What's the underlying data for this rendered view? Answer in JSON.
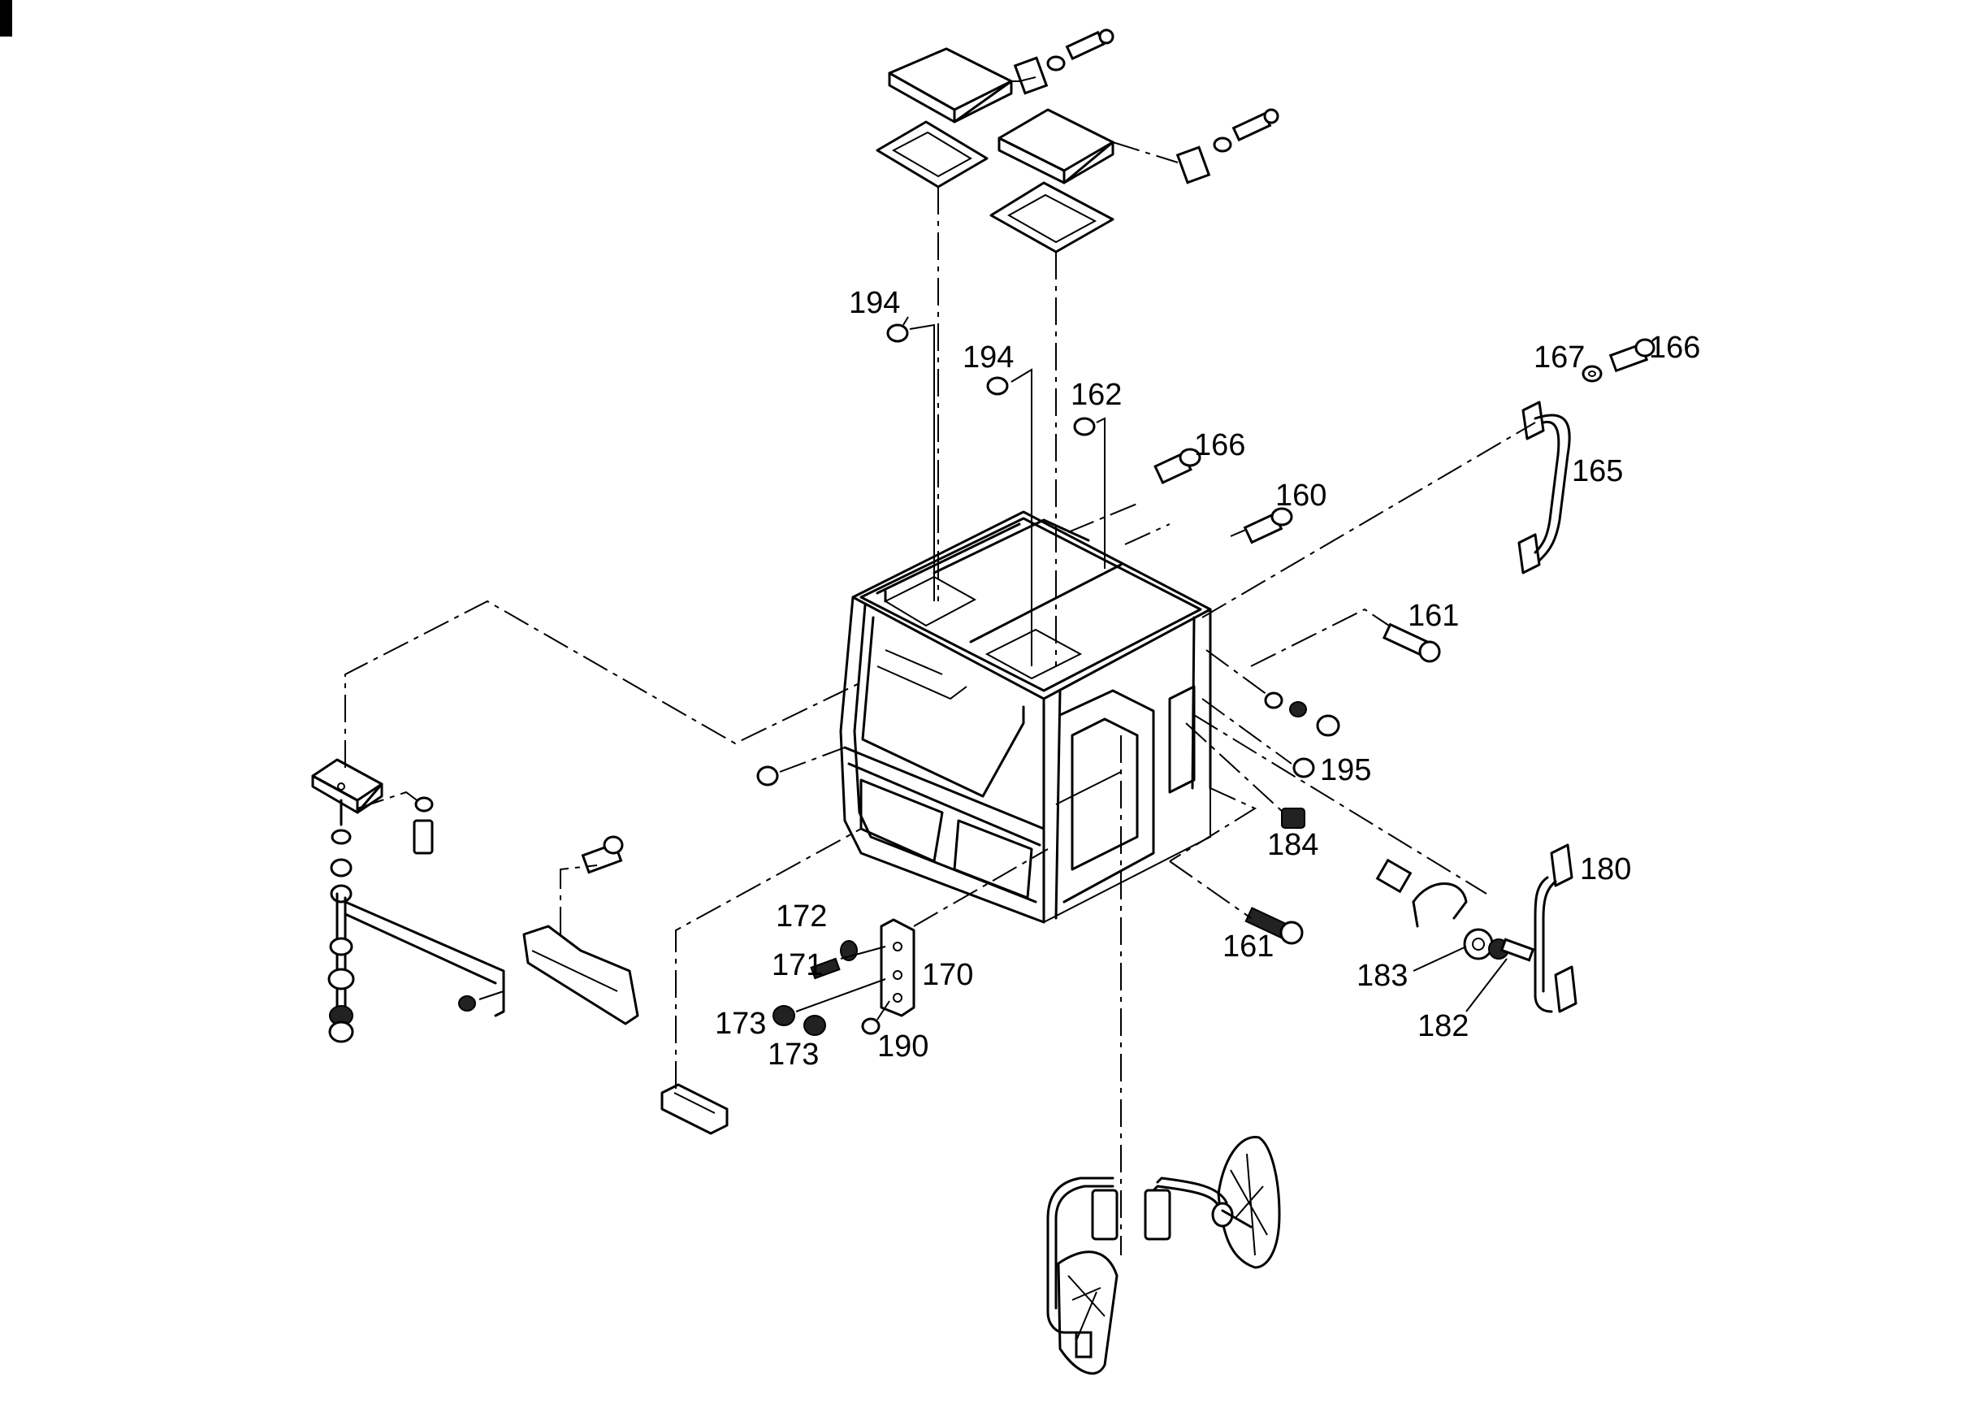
{
  "callouts": [
    {
      "key": "c194a",
      "text": "194"
    },
    {
      "key": "c194b",
      "text": "194"
    },
    {
      "key": "c162",
      "text": "162"
    },
    {
      "key": "c166a",
      "text": "166"
    },
    {
      "key": "c160",
      "text": "160"
    },
    {
      "key": "c167",
      "text": "167"
    },
    {
      "key": "c166b",
      "text": "166"
    },
    {
      "key": "c165",
      "text": "165"
    },
    {
      "key": "c161a",
      "text": "161"
    },
    {
      "key": "c195",
      "text": "195"
    },
    {
      "key": "c184",
      "text": "184"
    },
    {
      "key": "c180",
      "text": "180"
    },
    {
      "key": "c161b",
      "text": "161"
    },
    {
      "key": "c183",
      "text": "183"
    },
    {
      "key": "c182",
      "text": "182"
    },
    {
      "key": "c172",
      "text": "172"
    },
    {
      "key": "c171",
      "text": "171"
    },
    {
      "key": "c170",
      "text": "170"
    },
    {
      "key": "c173a",
      "text": "173"
    },
    {
      "key": "c173b",
      "text": "173"
    },
    {
      "key": "c190",
      "text": "190"
    }
  ],
  "labels": {
    "c194a": "194",
    "c194b": "194",
    "c162": "162",
    "c166a": "166",
    "c160": "160",
    "c167": "167",
    "c166b": "166",
    "c165": "165",
    "c161a": "161",
    "c195": "195",
    "c184": "184",
    "c180": "180",
    "c161b": "161",
    "c183": "183",
    "c182": "182",
    "c172": "172",
    "c171": "171",
    "c170": "170",
    "c173a": "173",
    "c173b": "173",
    "c190": "190"
  },
  "style": {
    "line_color": "#000000",
    "background": "#ffffff"
  }
}
